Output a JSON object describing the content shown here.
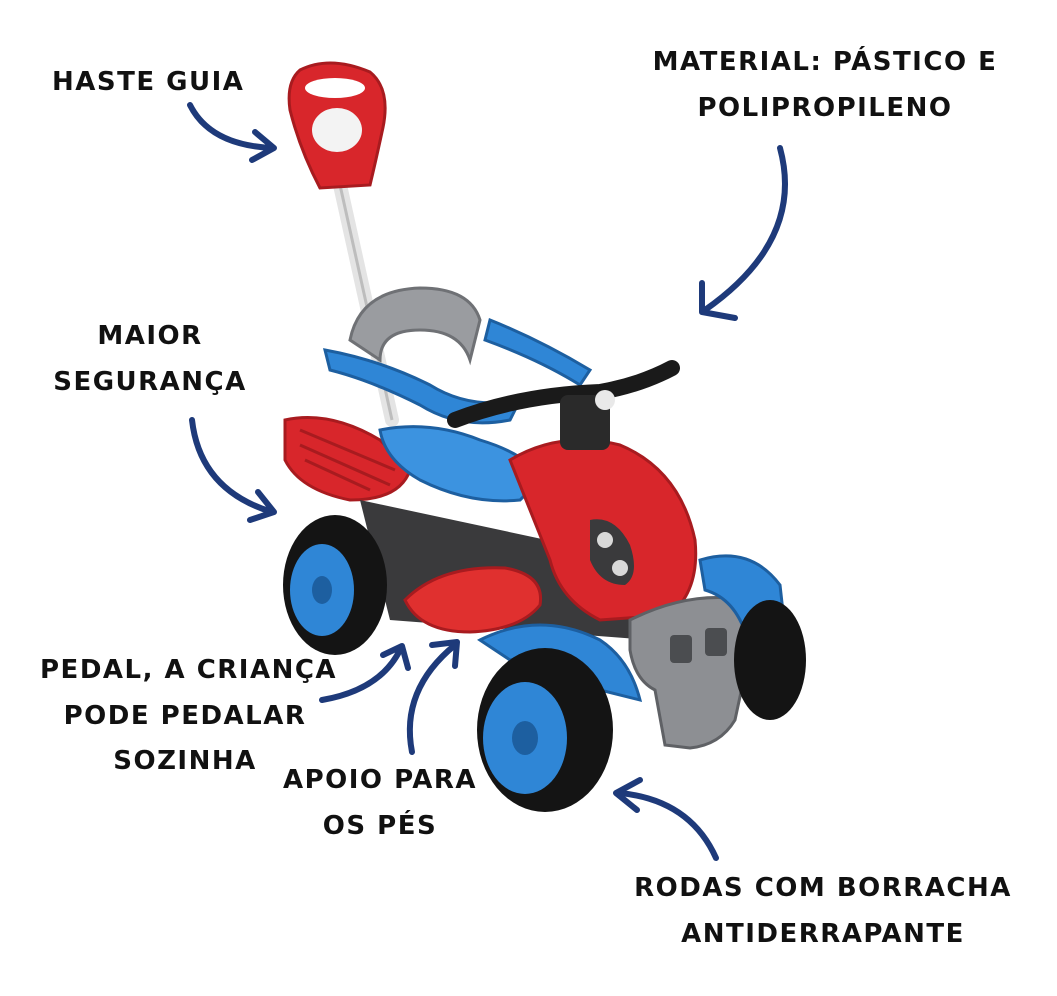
{
  "annotations": {
    "haste_guia": [
      "HASTE GUIA"
    ],
    "material": [
      "MATERIAL: PÁSTICO E",
      "POLIPROPILENO"
    ],
    "seguranca": [
      "MAIOR",
      "SEGURANÇA"
    ],
    "pedal": [
      "PEDAL, A CRIANÇA",
      "PODE PEDALAR",
      "SOZINHA"
    ],
    "apoio": [
      "APOIO PARA",
      "OS PÉS"
    ],
    "rodas": [
      "RODAS COM BORRACHA",
      "ANTIDERRAPANTE"
    ]
  },
  "colors": {
    "arrow": "#1e3a7a",
    "body_red": "#d8262b",
    "body_blue": "#2f86d6",
    "tire_black": "#141414",
    "trim_gray": "#8d8f93",
    "handle_white": "#eeeeee"
  },
  "icons": [
    "curved-arrow-icon"
  ]
}
